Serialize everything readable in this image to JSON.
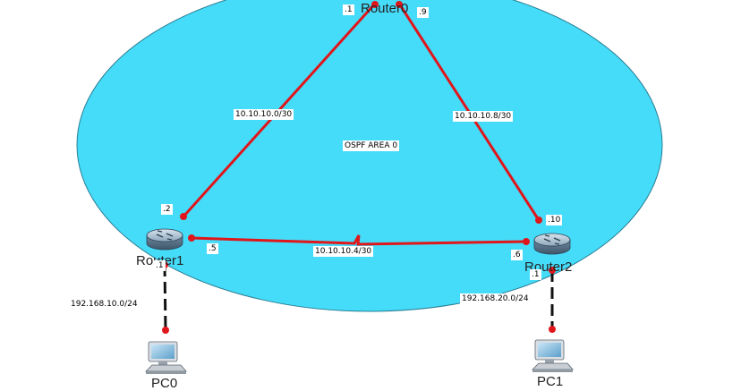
{
  "area": {
    "label": "OSPF AREA 0",
    "fill": "#45DCFA"
  },
  "link_color": "#E0161B",
  "devices": {
    "router0": {
      "name": "Router0"
    },
    "router1": {
      "name": "Router1"
    },
    "router2": {
      "name": "Router2"
    },
    "pc0": {
      "name": "PC0"
    },
    "pc1": {
      "name": "PC1"
    }
  },
  "links": {
    "r0_r1": {
      "network": "10.10.10.0/30",
      "ip_router0": ".1",
      "ip_router1": ".2"
    },
    "r0_r2": {
      "network": "10.10.10.8/30",
      "ip_router0": ".9",
      "ip_router2": ".10"
    },
    "r1_r2": {
      "network": "10.10.10.4/30",
      "ip_router1": ".5",
      "ip_router2": ".6"
    },
    "r1_pc0": {
      "network": "192.168.10.0/24",
      "ip_router1": ".1"
    },
    "r2_pc1": {
      "network": "192.168.20.0/24",
      "ip_router2": ".1"
    }
  }
}
